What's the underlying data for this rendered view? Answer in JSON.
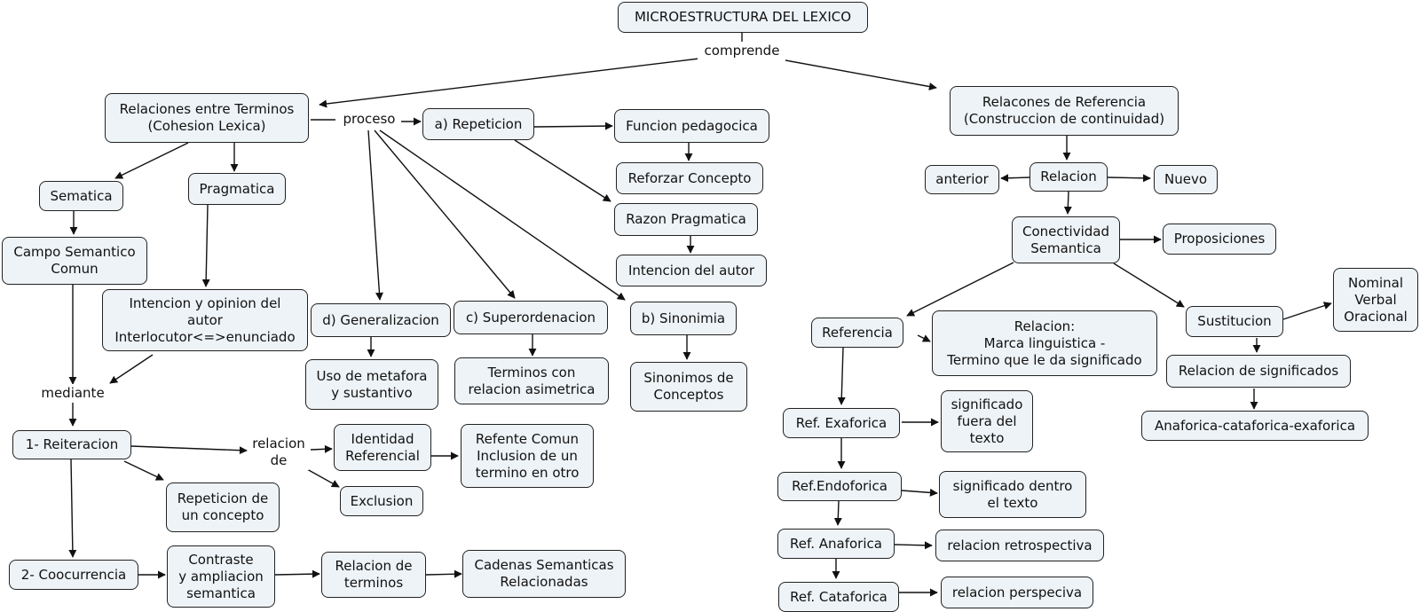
{
  "nodes": {
    "root": "MICROESTRUCTURA DEL LEXICO",
    "rel_terminos": "Relaciones entre Terminos\n(Cohesion Lexica)",
    "rel_referencia": "Relacones de Referencia\n(Construccion de continuidad)",
    "sematica": "Sematica",
    "pragmatica": "Pragmatica",
    "campo_semantico": "Campo Semantico\nComun",
    "intencion_opinion": "Intencion y opinion del\nautor\nInterlocutor<=>enunciado",
    "repeticion": "a) Repeticion",
    "funcion_pedagogica": "Funcion pedagocica",
    "reforzar": "Reforzar Concepto",
    "razon_pragmatica": "Razon Pragmatica",
    "intencion_autor": "Intencion del autor",
    "generalizacion": "d) Generalizacion",
    "superordenacion": "c) Superordenacion",
    "sinonimia": "b) Sinonimia",
    "uso_metafora": "Uso de metafora\ny sustantivo",
    "terminos_asimetrica": "Terminos con\nrelacion asimetrica",
    "sinonimos": "Sinonimos de\nConceptos",
    "reiteracion": "1- Reiteracion",
    "identidad": "Identidad\nReferencial",
    "refente_comun": "Refente Comun\nInclusion de un\ntermino en otro",
    "exclusion": "Exclusion",
    "repeticion_concepto": "Repeticion de\nun concepto",
    "coocurrencia": "2- Coocurrencia",
    "contraste": "Contraste\ny ampliacion\nsemantica",
    "relacion_terminos": "Relacion de\nterminos",
    "cadenas": "Cadenas Semanticas\nRelacionadas",
    "anterior": "anterior",
    "relacion": "Relacion",
    "nuevo": "Nuevo",
    "conectividad": "Conectividad\nSemantica",
    "proposiciones": "Proposiciones",
    "referencia": "Referencia",
    "relacion_marca": "Relacion:\nMarca linguistica -\nTermino que le da significado",
    "sustitucion": "Sustitucion",
    "nominal": "Nominal\nVerbal\nOracional",
    "relacion_significados": "Relacion de significados",
    "anaforica_cat": "Anaforica-cataforica-exaforica",
    "ref_exaforica": "Ref. Exaforica",
    "sig_fuera": "significado\nfuera del\ntexto",
    "ref_endoforica": "Ref.Endoforica",
    "sig_dentro": "significado dentro\nel texto",
    "ref_anaforica": "Ref. Anaforica",
    "rel_retro": "relacion retrospectiva",
    "ref_cataforica": "Ref. Cataforica",
    "rel_persp": "relacion perspeciva"
  },
  "labels": {
    "comprende": "comprende",
    "proceso": "proceso",
    "mediante": "mediante",
    "relacion_de": "relacion\nde"
  }
}
